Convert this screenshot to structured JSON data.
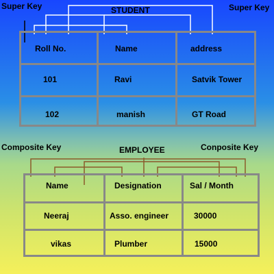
{
  "student": {
    "left_label": "Super Key",
    "right_label": "Super Key",
    "title": "STUDENT",
    "headers": [
      "Roll No.",
      "Name",
      "address"
    ],
    "rows": [
      [
        "101",
        "Ravi",
        "Satvik Tower"
      ],
      [
        "102",
        "manish",
        "GT Road"
      ]
    ]
  },
  "employee": {
    "left_label": "Composite Key",
    "right_label": "Conposite Key",
    "title": "EMPLOYEE",
    "headers": [
      "Name",
      "Designation",
      "Sal / Month"
    ],
    "rows": [
      [
        "Neeraj",
        "Asso. engineer",
        "30000"
      ],
      [
        "vikas",
        "Plumber",
        "15000"
      ]
    ]
  },
  "colors": {
    "top": "#1846ff",
    "bottom": "#f5f05a",
    "table_border": "#888888",
    "connector_student": "#ffffff",
    "connector_employee": "#8b5a2b"
  }
}
